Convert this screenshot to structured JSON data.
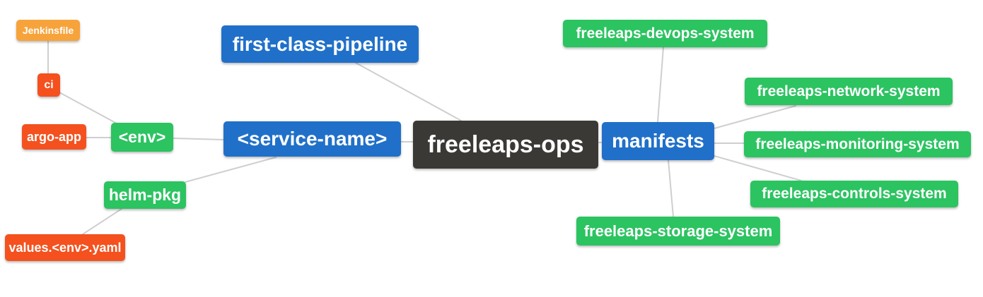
{
  "diagram": {
    "type": "mindmap",
    "root": "freeleaps-ops",
    "colors": {
      "root_dark": "#3b3936",
      "branch_blue": "#2070c9",
      "leaf_green": "#2cc361",
      "leaf_red_orange": "#f4511e",
      "leaf_orange": "#f7a33b",
      "edge_gray": "#cfcfcf",
      "background": "#ffffff",
      "text": "#ffffff"
    },
    "nodes": {
      "freeleaps_ops": {
        "label": "freeleaps-ops"
      },
      "first_class_pipeline": {
        "label": "first-class-pipeline"
      },
      "service_name": {
        "label": "<service-name>"
      },
      "manifests": {
        "label": "manifests"
      },
      "env": {
        "label": "<env>"
      },
      "helm_pkg": {
        "label": "helm-pkg"
      },
      "ci": {
        "label": "ci"
      },
      "argo_app": {
        "label": "argo-app"
      },
      "jenkinsfile": {
        "label": "Jenkinsfile"
      },
      "values_env_yaml": {
        "label": "values.<env>.yaml"
      },
      "devops_system": {
        "label": "freeleaps-devops-system"
      },
      "network_system": {
        "label": "freeleaps-network-system"
      },
      "monitoring_system": {
        "label": "freeleaps-monitoring-system"
      },
      "controls_system": {
        "label": "freeleaps-controls-system"
      },
      "storage_system": {
        "label": "freeleaps-storage-system"
      }
    },
    "edges": [
      {
        "from": "jenkinsfile",
        "to": "ci"
      },
      {
        "from": "ci",
        "to": "env"
      },
      {
        "from": "argo_app",
        "to": "env"
      },
      {
        "from": "env",
        "to": "service_name"
      },
      {
        "from": "service_name",
        "to": "helm_pkg"
      },
      {
        "from": "helm_pkg",
        "to": "values_env_yaml"
      },
      {
        "from": "first_class_pipeline",
        "to": "freeleaps_ops"
      },
      {
        "from": "service_name",
        "to": "freeleaps_ops"
      },
      {
        "from": "freeleaps_ops",
        "to": "manifests"
      },
      {
        "from": "manifests",
        "to": "devops_system"
      },
      {
        "from": "manifests",
        "to": "network_system"
      },
      {
        "from": "manifests",
        "to": "monitoring_system"
      },
      {
        "from": "manifests",
        "to": "controls_system"
      },
      {
        "from": "manifests",
        "to": "storage_system"
      }
    ]
  }
}
